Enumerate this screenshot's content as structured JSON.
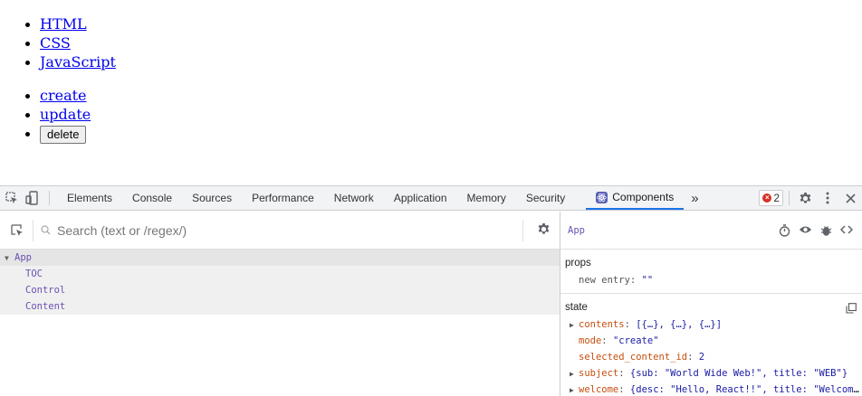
{
  "page": {
    "toc": [
      "HTML",
      "CSS",
      "JavaScript"
    ],
    "control": {
      "create": "create",
      "update": "update",
      "delete": "delete"
    }
  },
  "devtools": {
    "tabs": [
      "Elements",
      "Console",
      "Sources",
      "Performance",
      "Network",
      "Application",
      "Memory",
      "Security"
    ],
    "active_tab": "Components",
    "more": "»",
    "error_count": "2",
    "search_placeholder": "Search (text or /regex/)",
    "tree": {
      "root": "App",
      "children": [
        "TOC",
        "Control",
        "Content"
      ]
    },
    "selected_component": "App",
    "props_title": "props",
    "props": [
      {
        "key": "new entry",
        "value": "\"\""
      }
    ],
    "state_title": "state",
    "state": [
      {
        "key": "contents",
        "value": "[{…}, {…}, {…}]",
        "expandable": true
      },
      {
        "key": "mode",
        "value": "\"create\"",
        "expandable": false
      },
      {
        "key": "selected_content_id",
        "value": "2",
        "expandable": false
      },
      {
        "key": "subject",
        "value": "{sub: \"World Wide Web!\", title: \"WEB\"}",
        "expandable": true
      },
      {
        "key": "welcome",
        "value": "{desc: \"Hello, React!!\", title: \"Welcome…",
        "expandable": true
      }
    ]
  },
  "colors": {
    "accent": "#1a73e8",
    "component": "#6a51b2",
    "state_key": "#c64e0f",
    "error": "#d93025"
  }
}
